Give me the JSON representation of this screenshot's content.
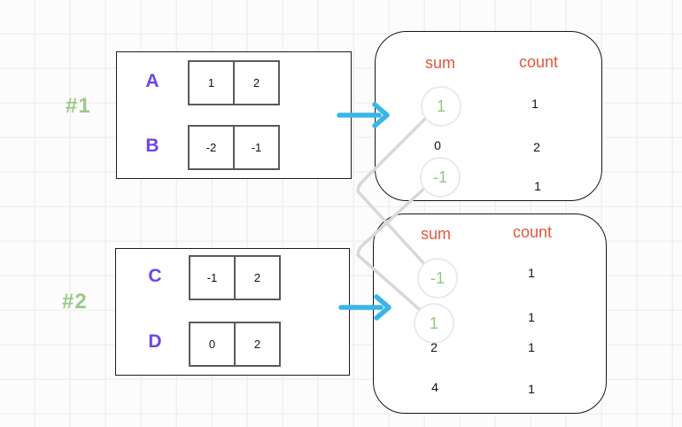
{
  "examples": [
    {
      "label": "#1",
      "arrays": [
        {
          "name": "A",
          "cells": [
            "1",
            "2"
          ]
        },
        {
          "name": "B",
          "cells": [
            "-2",
            "-1"
          ]
        }
      ],
      "table": {
        "sum_header": "sum",
        "count_header": "count",
        "rows": [
          {
            "sum": "1",
            "count": "1",
            "circled": true
          },
          {
            "sum": "0",
            "count": "2",
            "circled": false
          },
          {
            "sum": "-1",
            "count": "1",
            "circled": true
          }
        ]
      }
    },
    {
      "label": "#2",
      "arrays": [
        {
          "name": "C",
          "cells": [
            "-1",
            "2"
          ]
        },
        {
          "name": "D",
          "cells": [
            "0",
            "2"
          ]
        }
      ],
      "table": {
        "sum_header": "sum",
        "count_header": "count",
        "rows": [
          {
            "sum": "-1",
            "count": "1",
            "circled": true
          },
          {
            "sum": "1",
            "count": "1",
            "circled": true
          },
          {
            "sum": "2",
            "count": "1",
            "circled": false
          },
          {
            "sum": "4",
            "count": "1",
            "circled": false
          }
        ]
      }
    }
  ],
  "connections": [
    {
      "from": "example1-sum-1",
      "to": "example2-sum--1"
    },
    {
      "from": "example1-sum--1",
      "to": "example2-sum-1"
    }
  ],
  "colors": {
    "green": "#90c97c",
    "purple": "#6c45e8",
    "orange": "#e2573d",
    "cyan": "#3ab5ea",
    "connector_gray": "#d8d8d8",
    "circle_border": "#eaeaea",
    "box_border": "#1d1d1d"
  }
}
